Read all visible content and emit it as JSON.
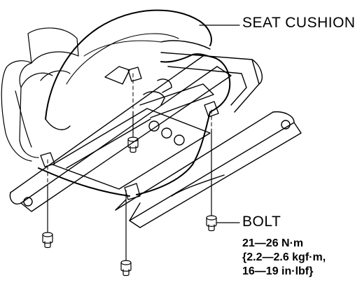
{
  "labels": {
    "seat_cushion": "SEAT CUSHION",
    "bolt": "BOLT"
  },
  "torque": {
    "line1": "21—26 N·m",
    "line2": "{2.2—2.6 kgf·m,",
    "line3": "16—19 in·lbf}"
  },
  "colors": {
    "line": "#000000",
    "background": "#ffffff"
  }
}
